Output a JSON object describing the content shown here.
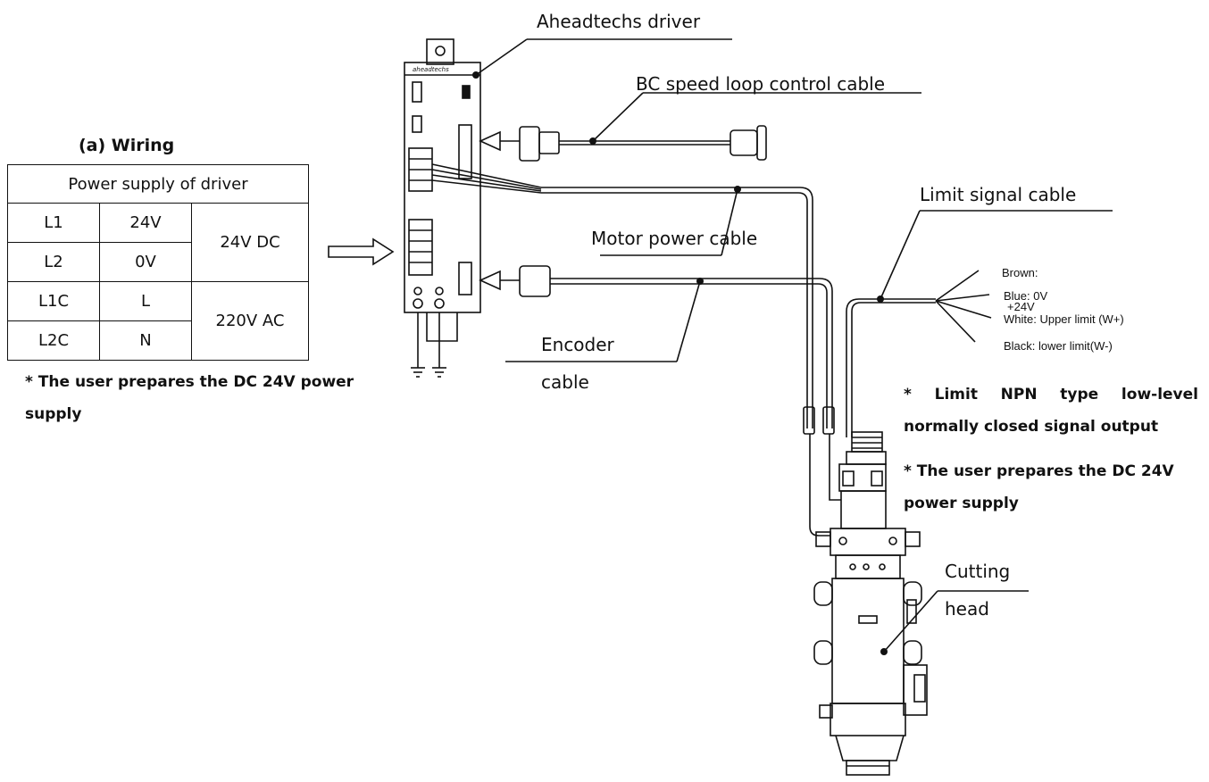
{
  "wiring": {
    "title": "(a)   Wiring",
    "header": "Power supply of driver",
    "rows": [
      {
        "terminal": "L1",
        "value": "24V"
      },
      {
        "terminal": "L2",
        "value": "0V"
      },
      {
        "terminal": "L1C",
        "value": "L"
      },
      {
        "terminal": "L2C",
        "value": "N"
      }
    ],
    "groups": [
      "24V DC",
      "220V AC"
    ],
    "note": "* The user prepares the DC 24V power supply"
  },
  "labels": {
    "driver": "Aheadtechs driver",
    "bc_cable": "BC speed loop control cable",
    "limit_cable": "Limit signal cable",
    "motor_cable": "Motor power cable",
    "encoder_line1": "Encoder",
    "encoder_line2": "cable",
    "cutting_line1": "Cutting",
    "cutting_line2": "head"
  },
  "limit_wires": {
    "brown": "Brown:",
    "plus24": "+24V",
    "blue": "Blue: 0V",
    "white": "White: Upper limit  (W+)",
    "black": "Black: lower limit(W-)"
  },
  "notes_right": {
    "line1": "* Limit NPN type low-level normally closed signal output",
    "line2": "* The user prepares the DC 24V power supply"
  },
  "driver_brand": "aheadtechs"
}
